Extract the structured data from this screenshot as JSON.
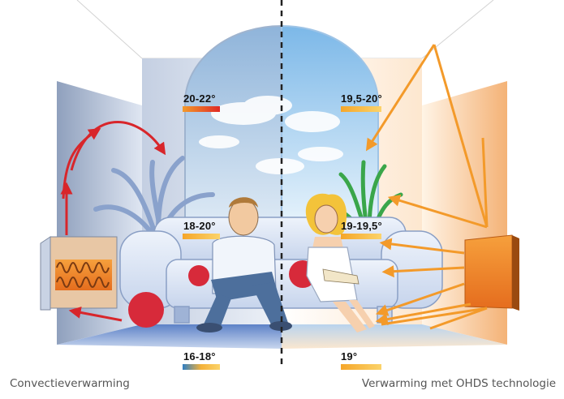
{
  "left_side": {
    "caption": "Convectieverwarming",
    "temps": {
      "ceiling": "20-22°",
      "middle": "18-20°",
      "floor": "16-18°"
    }
  },
  "right_side": {
    "caption": "Verwarming met OHDS technologie",
    "temps": {
      "ceiling": "19,5-20°",
      "middle": "19-19,5°",
      "floor": "19°"
    }
  },
  "colors": {
    "convection_arrow": "#d8262b",
    "radiant_arrow": "#f39a2a",
    "radiant_panel": "#f07d1e",
    "warm_bar": "#e8452a",
    "mild_bar": "#f6b243",
    "cool_bar": "#2f7fc4"
  }
}
